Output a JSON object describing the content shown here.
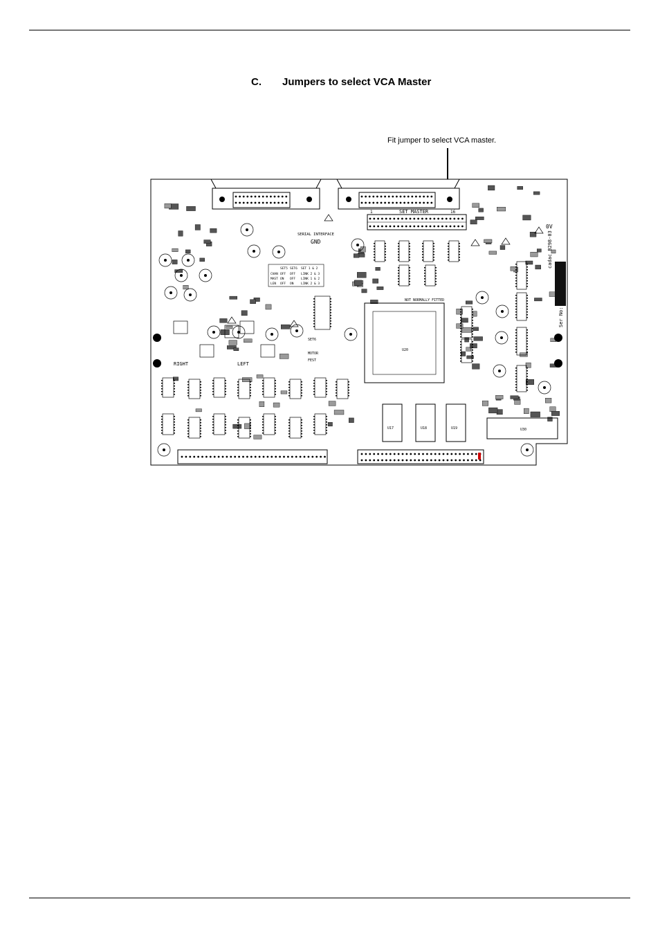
{
  "heading": {
    "number": "C.",
    "title": "Jumpers to select VCA Master"
  },
  "callout": "Fit jumper to select VCA master.",
  "board": {
    "labels": {
      "set_master": "SET MASTER",
      "pin_1": "1",
      "pin_16": "16",
      "serial_interface": "SERIAL INTERFACE",
      "gnd": "GND",
      "zero_v": "0V",
      "right": "RIGHT",
      "left": "LEFT",
      "model": "cadac B298-03",
      "ser_no": "Ser No:",
      "not_normally_fitted": "NOT NORMALLY FITTED",
      "set6": "SET6",
      "motor": "MOTOR",
      "fest": "FEST",
      "u20": "U20",
      "u17": "U17",
      "u18": "U18",
      "u19": "U19",
      "u30": "U30"
    },
    "jumper_table": {
      "rows": [
        [
          "",
          "SET5",
          "SET6",
          "SET 1 & 2"
        ],
        [
          "CHAN",
          "OFF",
          "OFF",
          "LINK 2 & 3"
        ],
        [
          "MAST",
          "ON",
          "OFF",
          "LINK 1 & 2"
        ],
        [
          "LEN",
          "OFF",
          "ON",
          "LINK 2 & 3"
        ]
      ]
    },
    "colors": {
      "outline": "#000000",
      "fill_dark": "#555555",
      "fill_mid": "#9a9a9a",
      "marker": "#cc0000"
    }
  }
}
